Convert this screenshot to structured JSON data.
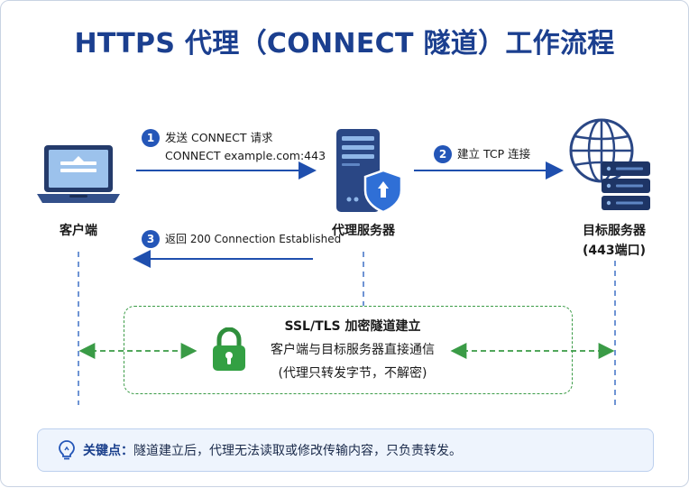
{
  "title": "HTTPS 代理（CONNECT 隧道）工作流程",
  "nodes": {
    "client": {
      "label": "客户端",
      "icon": "laptop-icon"
    },
    "proxy": {
      "label": "代理服务器",
      "icon": "proxy-server-shield-icon"
    },
    "target": {
      "label_line1": "目标服务器",
      "label_line2": "(443端口)",
      "icon": "globe-server-icon"
    }
  },
  "steps": [
    {
      "number": "1",
      "line1": "发送 CONNECT 请求",
      "line2": "CONNECT example.com:443"
    },
    {
      "number": "2",
      "line1": "建立 TCP 连接"
    },
    {
      "number": "3",
      "line1": "返回 200 Connection Established"
    }
  ],
  "tunnel": {
    "line1": "SSL/TLS 加密隧道建立",
    "line2": "客户端与目标服务器直接通信",
    "line3": "(代理只转发字节，不解密)",
    "icon": "lock-icon"
  },
  "tip": {
    "icon": "lightbulb-icon",
    "label": "关键点：",
    "text": "隧道建立后，代理无法读取或修改传输内容，只负责转发。"
  },
  "colors": {
    "primary": "#1b3f8f",
    "accent": "#2456b8",
    "tunnel_green": "#3a9b46",
    "dashed_line": "#4b79c9"
  }
}
